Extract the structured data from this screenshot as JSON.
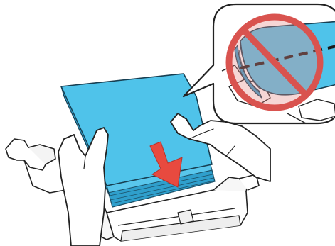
{
  "illustration": {
    "subject": "loading-paper-into-cassette",
    "colors": {
      "paper": "#4fc3ea",
      "paper_edge": "#1b6f8f",
      "paper_stack": "#2f9fcc",
      "line": "#222222",
      "tray": "#ffffff",
      "tray_shade": "#e9e9e9",
      "arrow": "#e84a3f",
      "prohibition": "#d9534f",
      "prohibition_fill": "#e58a86",
      "background": "#ffffff"
    },
    "callout": {
      "meaning": "do-not-load-curled-paper",
      "symbol": "prohibition-sign"
    },
    "arrow_direction": "down"
  }
}
